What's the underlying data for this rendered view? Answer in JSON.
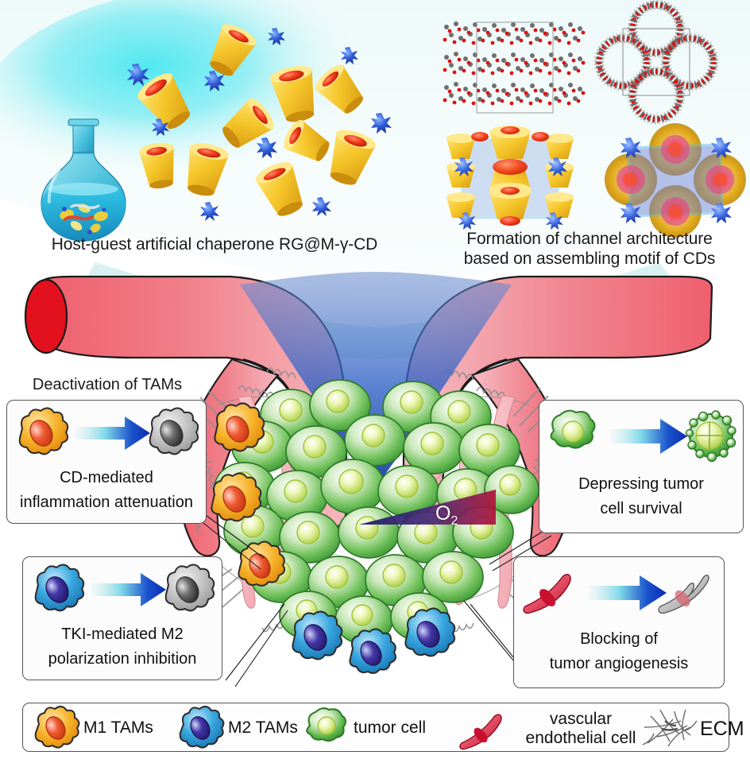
{
  "figure": {
    "title_top_left": "Host-guest artificial chaperone RG@M-γ-CD",
    "title_top_right_line1": "Formation of channel architecture",
    "title_top_right_line2": "based on assembling motif of CDs"
  },
  "panels": {
    "flask": {
      "name": "round-bottom-flask-with-blue-solution"
    },
    "nanoparticles": {
      "name": "cyclodextrin-nanoparticle-cluster"
    },
    "crystal_side": {
      "name": "crystal-structure-side-view-unit-cell"
    },
    "crystal_top": {
      "name": "crystal-structure-top-view-four-rings"
    },
    "schematic_side": {
      "name": "channel-architecture-side-view-schematic"
    },
    "schematic_top": {
      "name": "channel-architecture-top-view-schematic"
    }
  },
  "callouts": [
    {
      "id": "deactivation-tams",
      "heading": "Deactivation of TAMs",
      "line1": "CD-mediated",
      "line2": "inflammation attenuation",
      "from_icon": "m1-tam-cell-orange",
      "to_icon": "deactivated-macrophage-gray",
      "arrow": "blue-gradient-arrow-right"
    },
    {
      "id": "tki-m2-polarization",
      "heading": "",
      "line1": "TKI-mediated M2",
      "line2": "polarization inhibition",
      "from_icon": "m2-tam-cell-blue",
      "to_icon": "deactivated-macrophage-gray",
      "arrow": "blue-gradient-arrow-right"
    },
    {
      "id": "depressing-tumor-cell-survival",
      "heading": "",
      "line1": "Depressing tumor",
      "line2": "cell survival",
      "from_icon": "tumor-cell-green",
      "to_icon": "apoptotic-tumor-cell-blebbing",
      "arrow": "blue-gradient-arrow-right"
    },
    {
      "id": "blocking-tumor-angiogenesis",
      "heading": "",
      "line1": "Blocking of",
      "line2": "tumor angiogenesis",
      "from_icon": "vascular-endothelial-cell-red",
      "to_icon": "inhibited-endothelial-cell-gray",
      "arrow": "blue-gradient-arrow-right"
    }
  ],
  "tumor": {
    "oxygen_gradient_label": "O",
    "oxygen_gradient_subscript": "2",
    "gradient_low_color": "#1a1a6e",
    "gradient_high_color": "#b2143c"
  },
  "legend": {
    "items": [
      {
        "label": "M1 TAMs",
        "icon": "m1-tam-cell-orange"
      },
      {
        "label": "M2 TAMs",
        "icon": "m2-tam-cell-blue"
      },
      {
        "label": "tumor cell",
        "icon": "tumor-cell-green"
      },
      {
        "label_line1": "vascular",
        "label_line2": "endothelial cell",
        "icon": "vascular-endothelial-cell-red"
      },
      {
        "label": "ECM",
        "icon": "ecm-fiber-network-gray"
      }
    ]
  },
  "colors": {
    "vessel_red": "#e8505f",
    "vessel_lumen": "#e3111e",
    "tumor_green": "#4aa council",
    "tumor_green_hex": "#49a749",
    "nucleus_green": "#bcd94a",
    "m1_orange": "#f5a623",
    "m2_blue": "#3aa5dd",
    "arrow_blue": "#1432c8",
    "cyan_glow": "#49e8ef",
    "ecm_gray": "#8a8a8a",
    "cd_yellow": "#efc020",
    "guest_red": "#ef3b1c",
    "cluster_blue": "#2a4fd0"
  }
}
